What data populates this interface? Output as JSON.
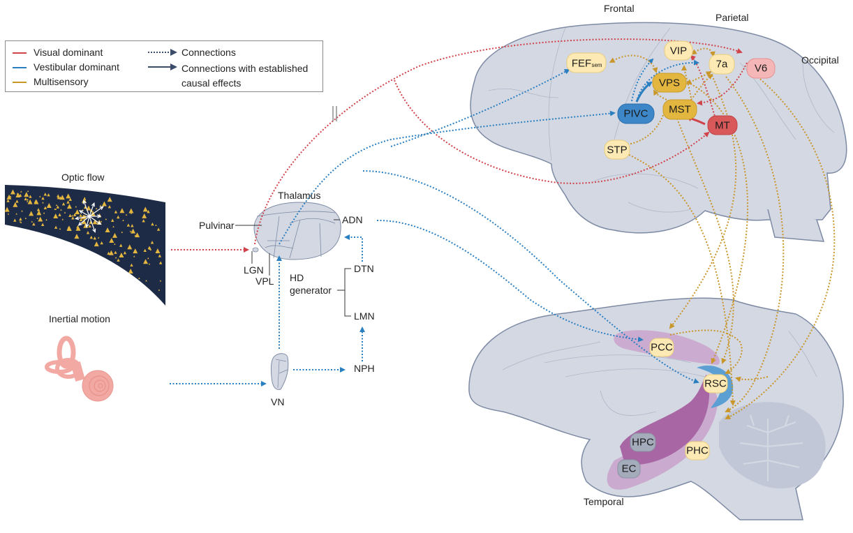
{
  "legend": {
    "items": [
      {
        "label": "Visual dominant",
        "color": "#d0434a"
      },
      {
        "label": "Vestibular dominant",
        "color": "#2a7fc1"
      },
      {
        "label": "Multisensory",
        "color": "#c9962a"
      }
    ],
    "connections": [
      {
        "label": "Connections",
        "style": "dotted-arrow"
      },
      {
        "label": "Connections with established",
        "label2": "causal effects",
        "style": "solid-arrow"
      }
    ]
  },
  "colors": {
    "visual": "#d0434a",
    "vestibular": "#2a7fc1",
    "multisensory": "#c9962a",
    "brain_fill": "#d4d8e3",
    "brain_stroke": "#7d8aa3",
    "node_multisensory_light": "#fde9b3",
    "node_multisensory_dark": "#e3b63f",
    "node_visual_light": "#f4b6b6",
    "node_visual_dark": "#d9595b",
    "node_vestibular": "#3d86c8",
    "node_grey": "#a4abbb",
    "purple_dark": "#a866a4",
    "purple_light": "#c9a5cc",
    "optic_bg": "#1e2b47",
    "ear": "#f2a9a3"
  },
  "stimuli": {
    "optic_flow": "Optic flow",
    "inertial_motion": "Inertial motion"
  },
  "thalamus": {
    "title": "Thalamus",
    "pulvinar": "Pulvinar",
    "lgn": "LGN",
    "vpl": "VPL",
    "adn": "ADN",
    "hd_generator_line1": "HD",
    "hd_generator_line2": "generator",
    "dtn": "DTN",
    "lmn": "LMN",
    "nph": "NPH",
    "vn": "VN"
  },
  "lateral_brain": {
    "lobes": {
      "frontal": "Frontal",
      "parietal": "Parietal",
      "occipital": "Occipital"
    },
    "nodes": {
      "fef": "FEF",
      "fef_sub": "sem",
      "vip": "VIP",
      "sevena": "7a",
      "v6": "V6",
      "vps": "VPS",
      "pivc": "PIVC",
      "mst": "MST",
      "mt": "MT",
      "stp": "STP"
    }
  },
  "medial_brain": {
    "lobes": {
      "temporal": "Temporal"
    },
    "nodes": {
      "pcc": "PCC",
      "rsc": "RSC",
      "hpc": "HPC",
      "phc": "PHC",
      "ec": "EC"
    }
  }
}
